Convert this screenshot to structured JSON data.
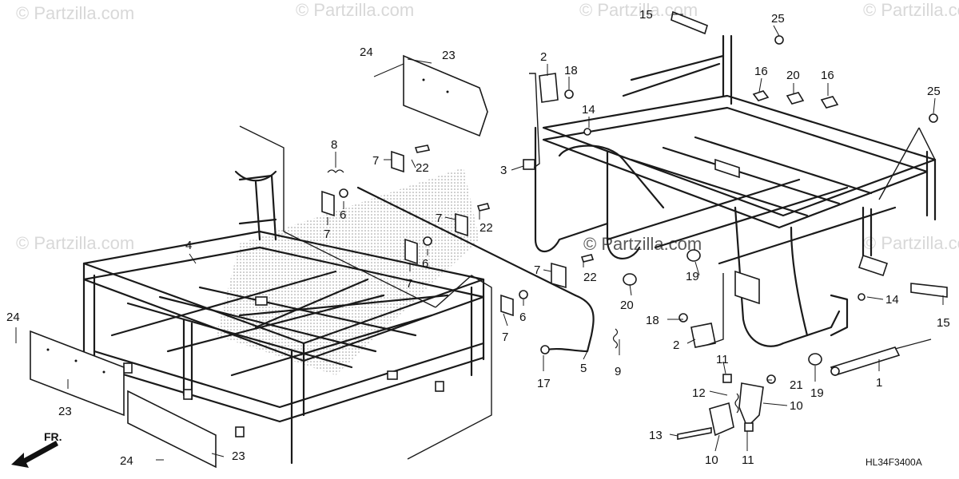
{
  "watermark": "© Partzilla.com",
  "diagram_code": "HL34F3400A",
  "direction_label": "FR.",
  "callouts": [
    "15",
    "25",
    "2",
    "18",
    "14",
    "3",
    "16",
    "20",
    "16",
    "25",
    "24",
    "23",
    "8",
    "7",
    "22",
    "6",
    "7",
    "7",
    "22",
    "6",
    "7",
    "7",
    "22",
    "6",
    "7",
    "4",
    "24",
    "23",
    "5",
    "17",
    "9",
    "19",
    "20",
    "18",
    "2",
    "11",
    "21",
    "12",
    "10",
    "13",
    "10",
    "11",
    "14",
    "15",
    "19",
    "1",
    "24",
    "23"
  ],
  "colors": {
    "line": "#1a1a1a",
    "watermark": "#d8d8d8",
    "background": "#ffffff"
  }
}
